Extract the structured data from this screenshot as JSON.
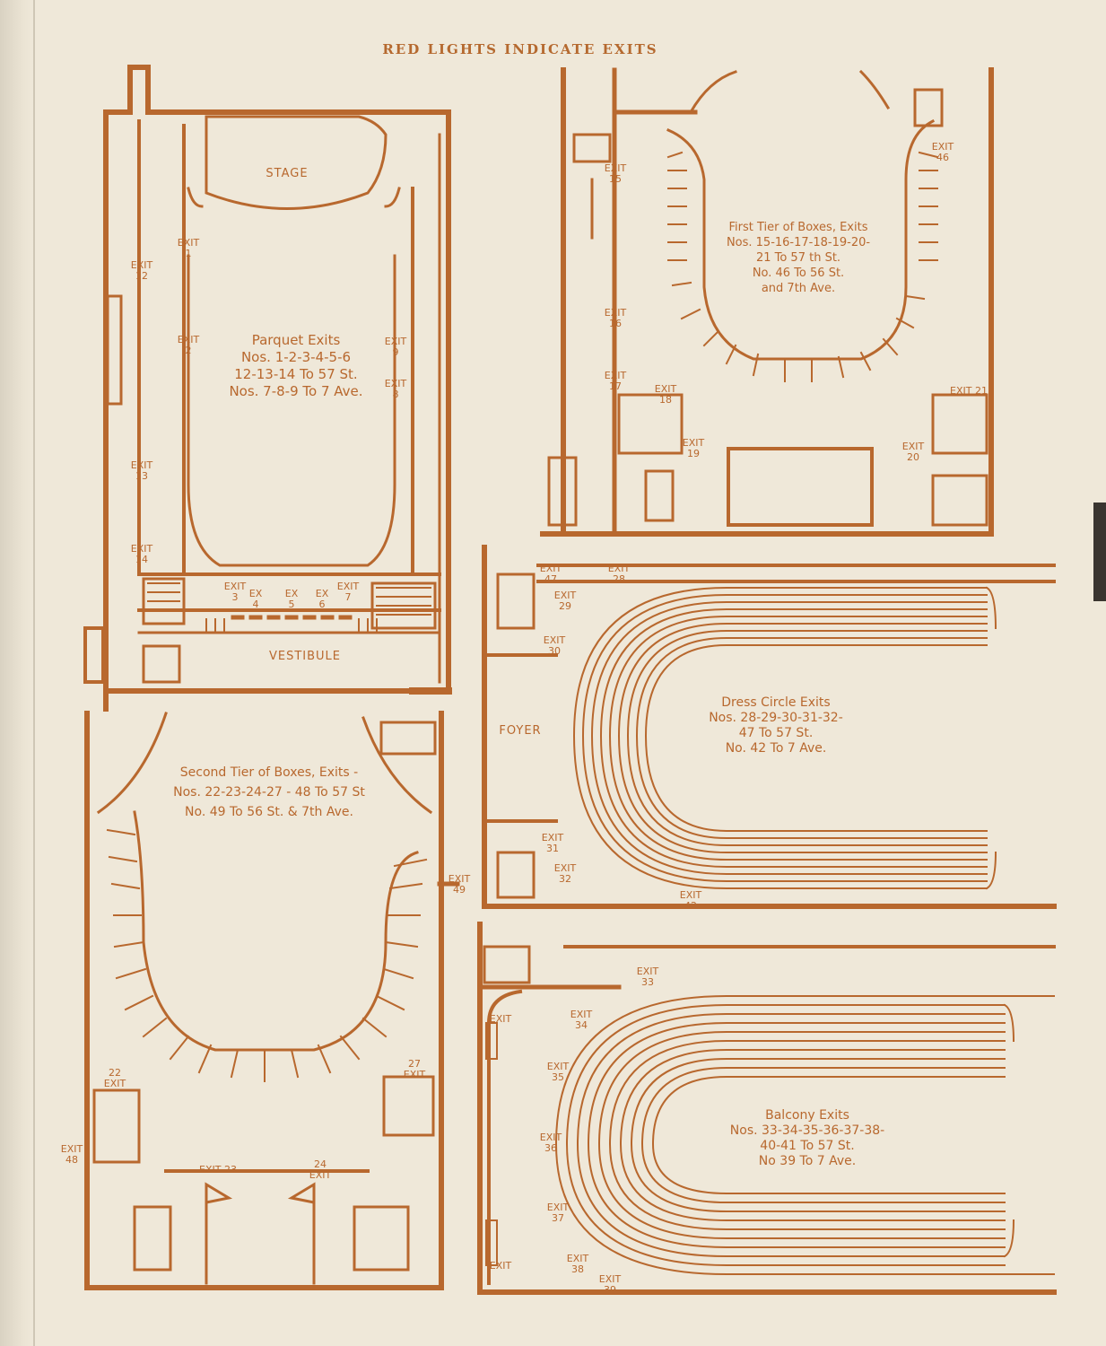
{
  "heading": "RED LIGHTS INDICATE EXITS",
  "colors": {
    "ink": "#b8682e",
    "paper": "#efe8d9"
  },
  "plans": {
    "parquet": {
      "area_labels": {
        "stage": "STAGE",
        "vestibule": "VESTIBULE"
      },
      "exits_text": "Parquet Exits\nNos. 1-2-3-4-5-6\n12-13-14 To 57 St.\nNos. 7-8-9 To 7 Ave.",
      "exit_labels": [
        "EXIT\n1",
        "EXIT\n2",
        "EXIT\n12",
        "EXIT\n13",
        "EXIT\n14",
        "EXIT\n9",
        "EXIT\n8",
        "EXIT\n3",
        "EX\n4",
        "EX\n5",
        "EX\n6",
        "EXIT\n7"
      ]
    },
    "first_tier": {
      "exits_text": "First Tier of Boxes, Exits\nNos. 15-16-17-18-19-20-\n21 To 57 th St.\nNo. 46 To 56 St.\nand 7th Ave.",
      "exit_labels": [
        "EXIT\n15",
        "EXIT\n16",
        "EXIT\n17",
        "EXIT\n18",
        "EXIT\n19",
        "EXIT\n20",
        "EXIT 21",
        "EXIT\n46"
      ]
    },
    "second_tier": {
      "exits_text": "Second Tier of Boxes, Exits -\nNos. 22-23-24-27 - 48 To 57 St\nNo. 49 To 56 St. & 7th Ave.",
      "exit_labels": [
        "22\nEXIT",
        "27\nEXIT",
        "EXIT\n48",
        "EXIT 23",
        "24\nEXIT",
        "EXIT\n49"
      ]
    },
    "dress_circle": {
      "area_labels": {
        "foyer": "FOYER"
      },
      "exits_text": "Dress Circle Exits\nNos. 28-29-30-31-32-\n47 To 57 St.\nNo. 42 To 7 Ave.",
      "exit_labels": [
        "EXIT\n47",
        "EXIT\n28",
        "EXIT\n29",
        "EXIT\n30",
        "EXIT\n31",
        "EXIT\n32",
        "EXIT\n42"
      ]
    },
    "balcony": {
      "exits_text": "Balcony Exits\nNos. 33-34-35-36-37-38-\n40-41 To 57 St.\nNo 39 To 7 Ave.",
      "exit_labels": [
        "EXIT\n33",
        "EXIT\n34",
        "EXIT\n35",
        "EXIT\n36",
        "EXIT\n37",
        "EXIT\n38",
        "EXIT\n39",
        "EXIT",
        "EXIT"
      ]
    }
  }
}
